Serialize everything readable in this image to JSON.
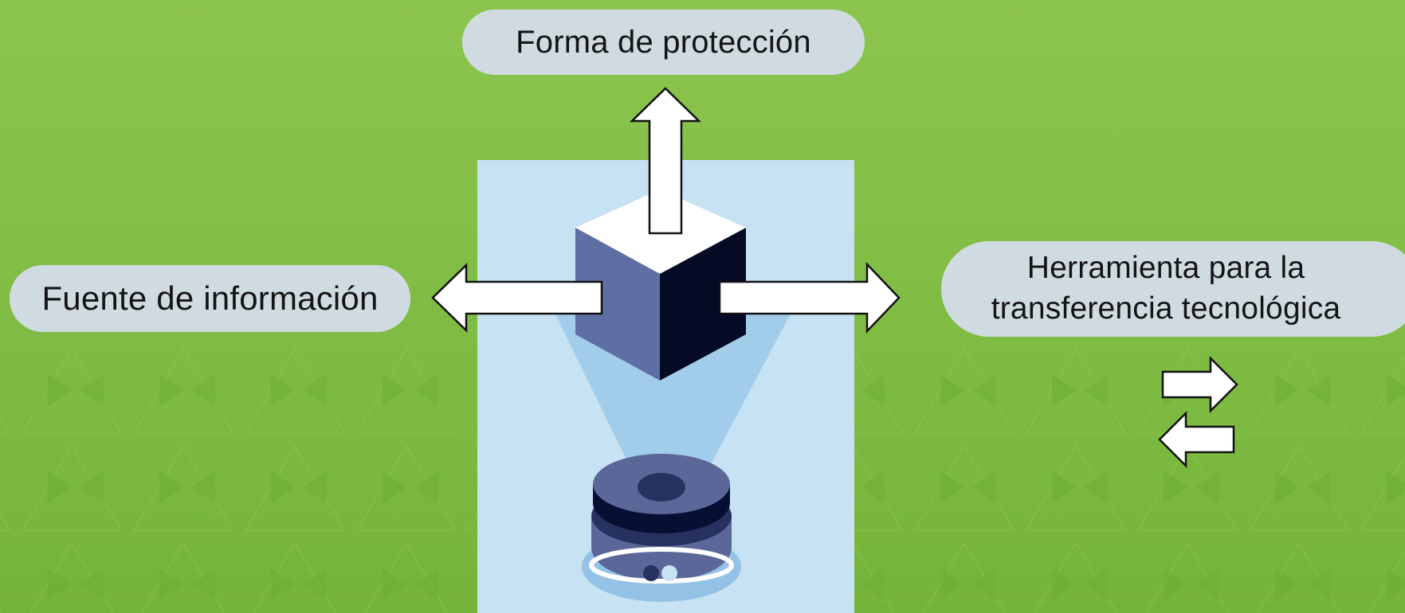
{
  "diagram": {
    "top_label": "Forma de protección",
    "left_label": "Fuente de información",
    "right_label_line1": "Herramienta para la",
    "right_label_line2": "transferencia tecnológica"
  },
  "colors": {
    "background": "#86c04a",
    "panel": "#c7e2f2",
    "pill": "#d0dbe1",
    "cube_top": "#ffffff",
    "cube_left": "#5f6fa3",
    "cube_right": "#050b24",
    "device": "#5b6799"
  },
  "icons": [
    "arrow-up-icon",
    "arrow-left-icon",
    "arrow-right-icon",
    "exchange-arrows-icon",
    "cube-icon",
    "hologram-projector-icon"
  ]
}
